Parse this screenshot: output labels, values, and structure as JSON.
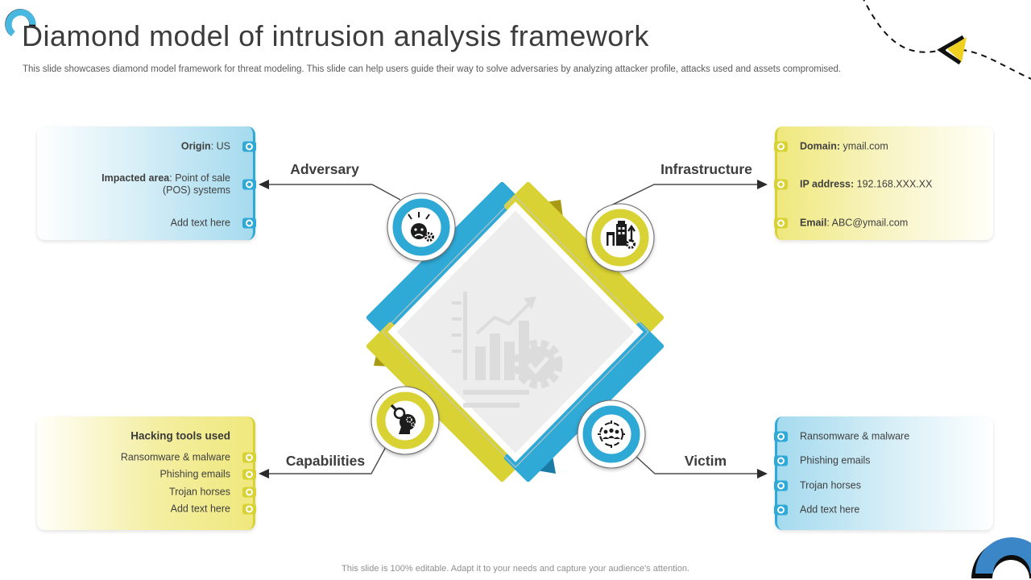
{
  "slide": {
    "title": "Diamond model of intrusion analysis framework",
    "subtitle": "This slide showcases diamond model framework for threat modeling. This slide can help users guide their way to solve adversaries by analyzing attacker profile, attacks used and assets compromised.",
    "footer": "This slide is 100% editable. Adapt it to your needs and capture your audience's attention."
  },
  "nodes": {
    "adversary": "Adversary",
    "infrastructure": "Infrastructure",
    "capabilities": "Capabilities",
    "victim": "Victim"
  },
  "adversary_box": {
    "items": [
      {
        "label": "Origin",
        "value": ": US"
      },
      {
        "label": "Impacted area",
        "value": ": Point of sale (POS) systems"
      },
      {
        "label": "",
        "value": "Add text here"
      }
    ]
  },
  "infrastructure_box": {
    "items": [
      {
        "label": "Domain:",
        "value": " ymail.com"
      },
      {
        "label": "IP address:",
        "value": " 192.168.XXX.XX"
      },
      {
        "label": "Email",
        "value": ": ABC@ymail.com"
      }
    ]
  },
  "capabilities_box": {
    "header": "Hacking tools used",
    "items": [
      {
        "value": "Ransomware & malware"
      },
      {
        "value": "Phishing emails"
      },
      {
        "value": "Trojan horses"
      },
      {
        "value": "Add text here"
      }
    ]
  },
  "victim_box": {
    "items": [
      {
        "value": "Ransomware & malware"
      },
      {
        "value": "Phishing emails"
      },
      {
        "value": "Trojan horses"
      },
      {
        "value": "Add text here"
      }
    ]
  },
  "colors": {
    "accent_blue": "#2fa9d6",
    "accent_blue_dark": "#1a7ba6",
    "accent_yellow": "#d9d234",
    "accent_yellow_dark": "#a89a12",
    "box_blue": "#a5daee",
    "box_yellow": "#efe87d",
    "arch_blue": "#3a86c7",
    "cursor_yellow": "#f0d01e"
  }
}
